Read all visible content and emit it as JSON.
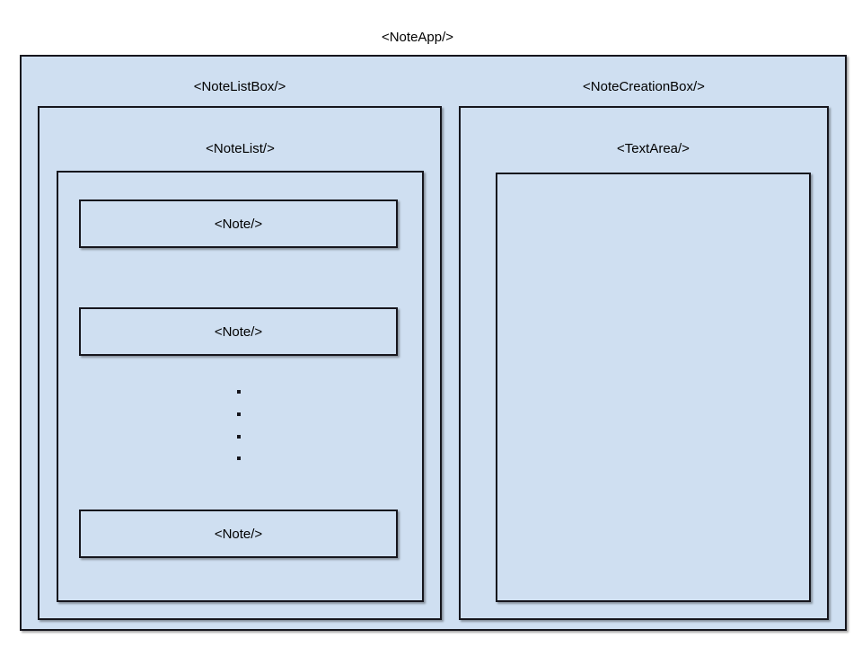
{
  "diagram": {
    "title": "<NoteApp/>",
    "background_color": "#ffffff",
    "box_fill_color": "#cfdff1",
    "border_color": "#16161d",
    "root": {
      "name": "<NoteApp/>",
      "label_position": "above-frame"
    },
    "columns": [
      {
        "name": "<NoteListBox/>",
        "child": {
          "name": "<NoteList/>",
          "items": [
            {
              "name": "<Note/>"
            },
            {
              "name": "<Note/>"
            },
            {
              "name": "<Note/>"
            }
          ],
          "ellipsis": {
            "symbol": "vertical-dots",
            "dot_count": 4
          }
        }
      },
      {
        "name": "<NoteCreationBox/>",
        "child": {
          "name": "<TextArea/>",
          "items": []
        }
      }
    ]
  }
}
